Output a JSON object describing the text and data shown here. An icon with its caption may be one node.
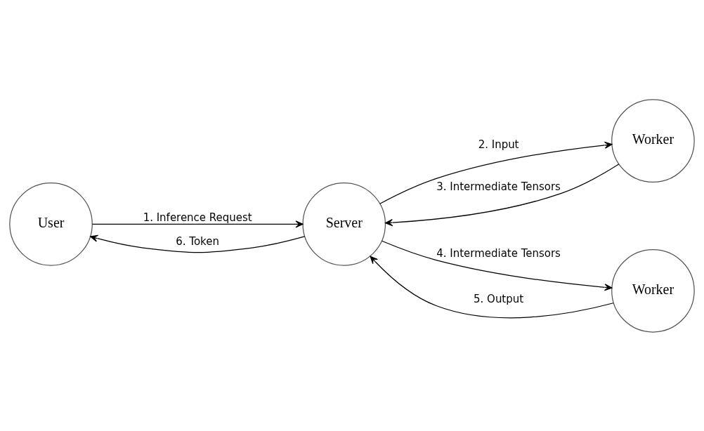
{
  "diagram": {
    "nodes": [
      {
        "text": [
          "User"
        ]
      },
      {
        "text": [
          "Server"
        ]
      },
      {
        "text": [
          "Worker"
        ]
      },
      {
        "text": [
          "Worker"
        ]
      }
    ],
    "edges": [
      {
        "from": 0,
        "to": 1,
        "arrow": "to",
        "label": "1. Inference Request"
      },
      {
        "from": 1,
        "to": 2,
        "arrow": "to",
        "label": "2. Input"
      },
      {
        "from": 2,
        "to": 1,
        "arrow": "to",
        "label": "3. Intermediate Tensors"
      },
      {
        "from": 1,
        "to": 3,
        "arrow": "to",
        "label": "4. Intermediate Tensors"
      },
      {
        "from": 3,
        "to": 1,
        "arrow": "to",
        "label": "5. Output"
      },
      {
        "from": 1,
        "to": 0,
        "arrow": "to",
        "label": "6. Token"
      }
    ]
  }
}
